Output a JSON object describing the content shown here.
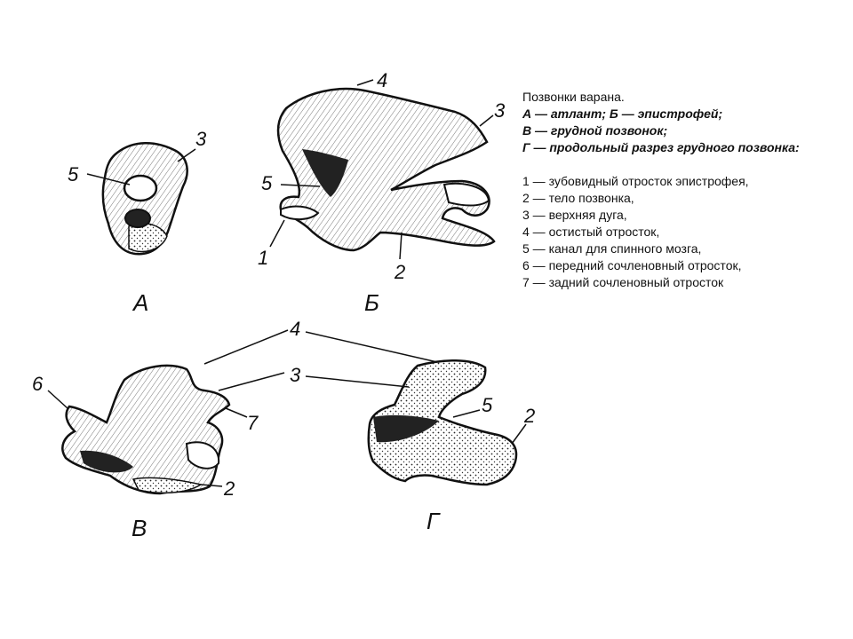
{
  "legend": {
    "title": "Позвонки варана.",
    "subtitles": [
      "А — атлант; Б — эпистрофей;",
      "В — грудной позвонок;",
      "Г — продольный разрез грудного позвонка:"
    ],
    "items": [
      "1 — зубовидный отросток эпистрофея,",
      "2 — тело позвонка,",
      "3 — верхняя дуга,",
      "4 — остистый отросток,",
      "5 — канал для спинного мозга,",
      "6 — передний сочленовный отросток,",
      "7 — задний сочленовный отросток"
    ]
  },
  "figures": {
    "a": {
      "caption": "А",
      "labels": [
        "5",
        "3"
      ]
    },
    "b": {
      "caption": "Б",
      "labels": [
        "4",
        "3",
        "5",
        "1",
        "2"
      ]
    },
    "v": {
      "caption": "В",
      "labels": [
        "6",
        "7",
        "2"
      ]
    },
    "g": {
      "caption": "Г",
      "labels": [
        "4",
        "3",
        "5",
        "2"
      ]
    }
  }
}
